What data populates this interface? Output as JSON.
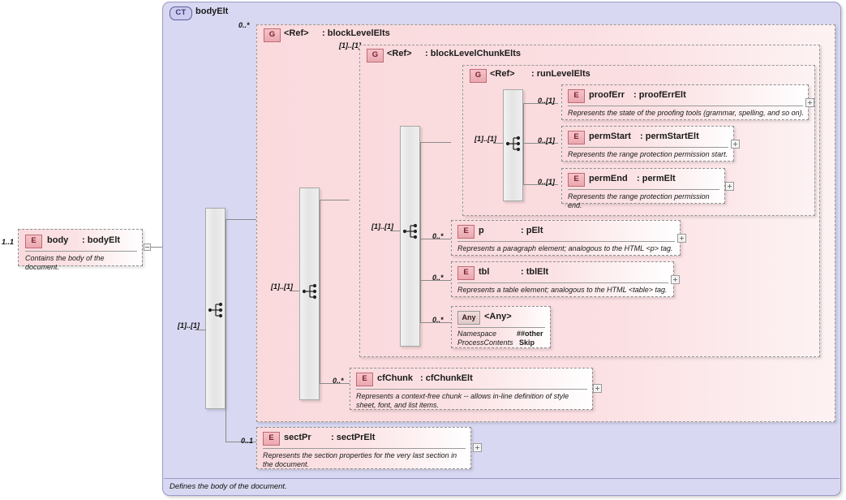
{
  "diagram": {
    "type": "xsd-schema-diagram",
    "complex_type": {
      "badge": "CT",
      "title": "bodyElt",
      "documentation": "Defines the body of the document."
    },
    "root_element": {
      "badge": "E",
      "cardinality": "1..1",
      "name": "body",
      "type": ": bodyElt",
      "documentation": "Contains the body of the document."
    },
    "compositors": {
      "root_sequence": {
        "icon": "sequence-icon",
        "cardinality": "[1]..[1]"
      },
      "block_level_sequence": {
        "icon": "sequence-icon",
        "cardinality": "[1]..[1]"
      },
      "chunk_level_sequence": {
        "icon": "sequence-icon",
        "cardinality": "[1]..[1]"
      },
      "run_level_sequence": {
        "icon": "sequence-icon",
        "cardinality": "[1]..[1]"
      }
    },
    "groups": [
      {
        "id": "blockLevelElts",
        "badge": "G",
        "ref": "<Ref>",
        "name": ": blockLevelElts",
        "cardinality": "0..*",
        "inner_cardinality": "[1]..[1]"
      },
      {
        "id": "blockLevelChunkElts",
        "badge": "G",
        "ref": "<Ref>",
        "name": ": blockLevelChunkElts",
        "cardinality": "[1]..[1]",
        "inner_cardinality": "[1]..[1]"
      },
      {
        "id": "runLevelElts",
        "badge": "G",
        "ref": "<Ref>",
        "name": ": runLevelElts",
        "cardinality": "[1]..[1]",
        "inner_cardinality": "[1]..[1]"
      }
    ],
    "elements": [
      {
        "id": "proofErr",
        "badge": "E",
        "cardinality": "0..[1]",
        "name": "proofErr",
        "type": ": proofErrElt",
        "documentation": "Represents the state of the proofing tools (grammar, spelling, and so on).",
        "expand": "+"
      },
      {
        "id": "permStart",
        "badge": "E",
        "cardinality": "0..[1]",
        "name": "permStart",
        "type": ": permStartElt",
        "documentation": "Represents the range protection permission start.",
        "expand": "+"
      },
      {
        "id": "permEnd",
        "badge": "E",
        "cardinality": "0..[1]",
        "name": "permEnd",
        "type": ": permElt",
        "documentation": "Represents the range protection permission end.",
        "expand": "+"
      },
      {
        "id": "p",
        "badge": "E",
        "cardinality": "0..*",
        "name": "p",
        "type": ": pElt",
        "documentation": "Represents a paragraph element; analogous to the HTML <p> tag.",
        "expand": "+"
      },
      {
        "id": "tbl",
        "badge": "E",
        "cardinality": "0..*",
        "name": "tbl",
        "type": ": tblElt",
        "documentation": "Represents a table element; analogous to the HTML <table> tag.",
        "expand": "+"
      },
      {
        "id": "any",
        "badge": "Any",
        "cardinality": "0..*",
        "name": "<Any>",
        "attributes": [
          {
            "label": "Namespace",
            "value": "##other"
          },
          {
            "label": "ProcessContents",
            "value": "Skip"
          }
        ]
      },
      {
        "id": "cfChunk",
        "badge": "E",
        "cardinality": "0..*",
        "name": "cfChunk",
        "type": ": cfChunkElt",
        "documentation": "Represents a context-free chunk -- allows in-line definition of style sheet, font, and list items.",
        "expand": "+"
      },
      {
        "id": "sectPr",
        "badge": "E",
        "cardinality": "0..1",
        "name": "sectPr",
        "type": ": sectPrElt",
        "documentation": "Represents the section properties for the very last section in the document.",
        "expand": "+"
      }
    ],
    "colors": {
      "complex_type_fill": "#d8d8f2",
      "complex_type_border": "#9a9ac4",
      "group_fill": "#fadadd",
      "badge_fill": "#eaa8b0",
      "badge_border": "#c06a74",
      "line": "#8a8a8a",
      "compositor_fill": "#e4e4e4"
    }
  }
}
